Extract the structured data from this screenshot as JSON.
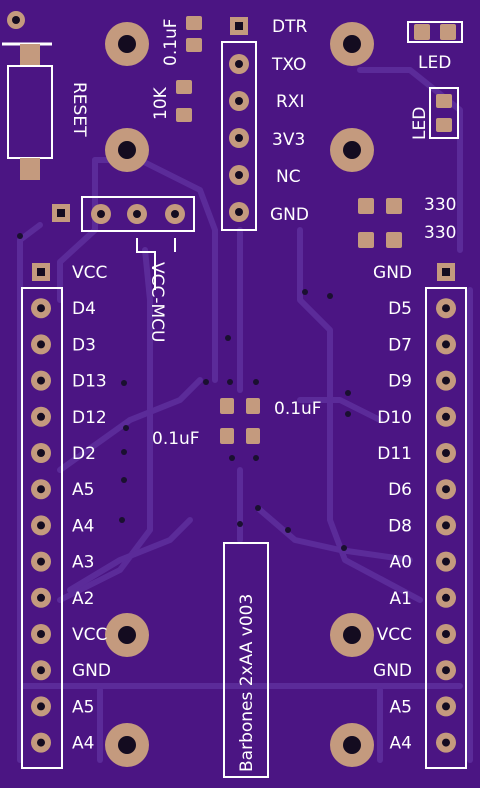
{
  "board": {
    "colors": {
      "soldermask": "#4b1583",
      "trace": "#5a2a97",
      "silkscreen": "#ffffff",
      "copper_pad": "#c49a7e",
      "hole": "#140c20",
      "via": "#1a1030"
    },
    "labels": {
      "reset": "RESET",
      "cap_top": "0.1uF",
      "res_10k": "10K",
      "dtr": "DTR",
      "txo": "TXO",
      "rxi": "RXI",
      "v3v3": "3V3",
      "nc": "NC",
      "gnd_ftdi": "GND",
      "led_top": "LED",
      "led_side": "LED",
      "res_330_a": "330",
      "res_330_b": "330",
      "vcc_mcu": "VCC-MCU",
      "cap_mid_right": "0.1uF",
      "cap_mid_left": "0.1uF",
      "version": "Barbones 2xAA v003"
    },
    "left_header": [
      "VCC",
      "D4",
      "D3",
      "D13",
      "D12",
      "D2",
      "A5",
      "A4",
      "A3",
      "A2",
      "VCC",
      "GND",
      "A5",
      "A4"
    ],
    "right_header": [
      "GND",
      "D5",
      "D7",
      "D9",
      "D10",
      "D11",
      "D6",
      "D8",
      "A0",
      "A1",
      "VCC",
      "GND",
      "A5",
      "A4"
    ]
  }
}
